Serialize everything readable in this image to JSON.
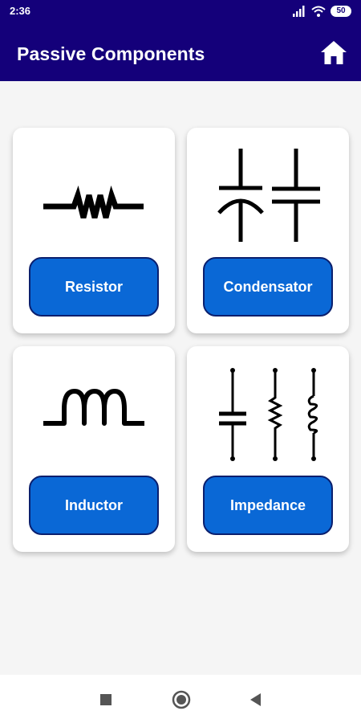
{
  "status_bar": {
    "time": "2:36",
    "battery": "50"
  },
  "app_bar": {
    "title": "Passive Components",
    "home_icon": "home-icon"
  },
  "cards": [
    {
      "label": "Resistor",
      "icon": "resistor-symbol-icon"
    },
    {
      "label": "Condensator",
      "icon": "capacitor-symbol-icon"
    },
    {
      "label": "Inductor",
      "icon": "inductor-symbol-icon"
    },
    {
      "label": "Impedance",
      "icon": "impedance-symbol-icon"
    }
  ],
  "nav_bar": {
    "recent_icon": "recent-apps-icon",
    "home_icon": "system-home-icon",
    "back_icon": "back-icon"
  },
  "colors": {
    "primary": "#14007a",
    "button": "#0a68d6",
    "button_border": "#0a1f6e",
    "background": "#f5f5f5"
  }
}
